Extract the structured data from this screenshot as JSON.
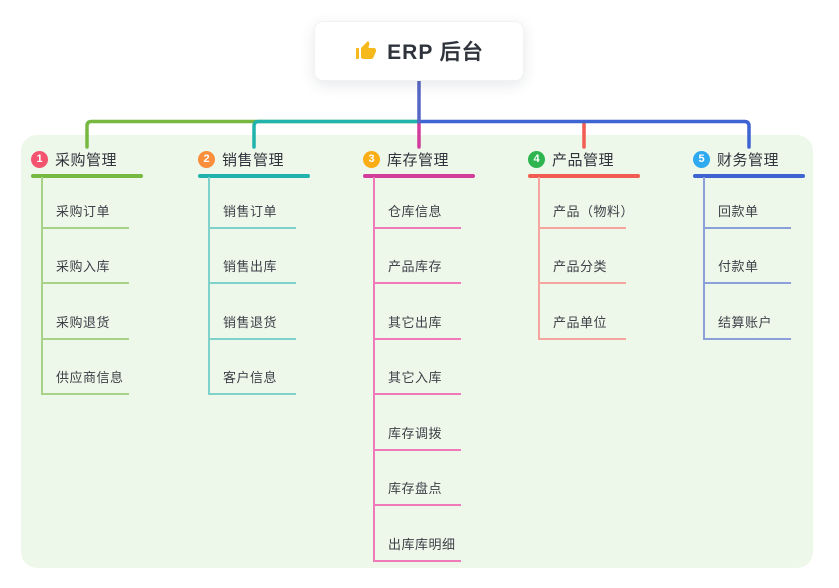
{
  "root": {
    "title": "ERP 后台",
    "icon": "thumbs-up-icon",
    "icon_color": "#F5B91C",
    "line_color": "#5667C5"
  },
  "canvas": {
    "background": "#EEF8EA"
  },
  "branches": [
    {
      "badge": "1",
      "label": "采购管理",
      "badge_color": "#F3536F",
      "line_color": "#76B840",
      "child_line_color": "#A9D289",
      "children": [
        "采购订单",
        "采购入库",
        "采购退货",
        "供应商信息"
      ]
    },
    {
      "badge": "2",
      "label": "销售管理",
      "badge_color": "#F98E3D",
      "line_color": "#1FB3AC",
      "child_line_color": "#7FD2CB",
      "children": [
        "销售订单",
        "销售出库",
        "销售退货",
        "客户信息"
      ]
    },
    {
      "badge": "3",
      "label": "库存管理",
      "badge_color": "#FBAD15",
      "line_color": "#D23C9B",
      "child_line_color": "#EF79B9",
      "children": [
        "仓库信息",
        "产品库存",
        "其它出库",
        "其它入库",
        "库存调拨",
        "库存盘点",
        "出库库明细"
      ]
    },
    {
      "badge": "4",
      "label": "产品管理",
      "badge_color": "#2EB550",
      "line_color": "#F15B51",
      "child_line_color": "#F6A59D",
      "children": [
        "产品（物料）",
        "产品分类",
        "产品单位"
      ]
    },
    {
      "badge": "5",
      "label": "财务管理",
      "badge_color": "#2FA9F0",
      "line_color": "#3E63D2",
      "child_line_color": "#8BA0D8",
      "children": [
        "回款单",
        "付款单",
        "结算账户"
      ]
    }
  ]
}
